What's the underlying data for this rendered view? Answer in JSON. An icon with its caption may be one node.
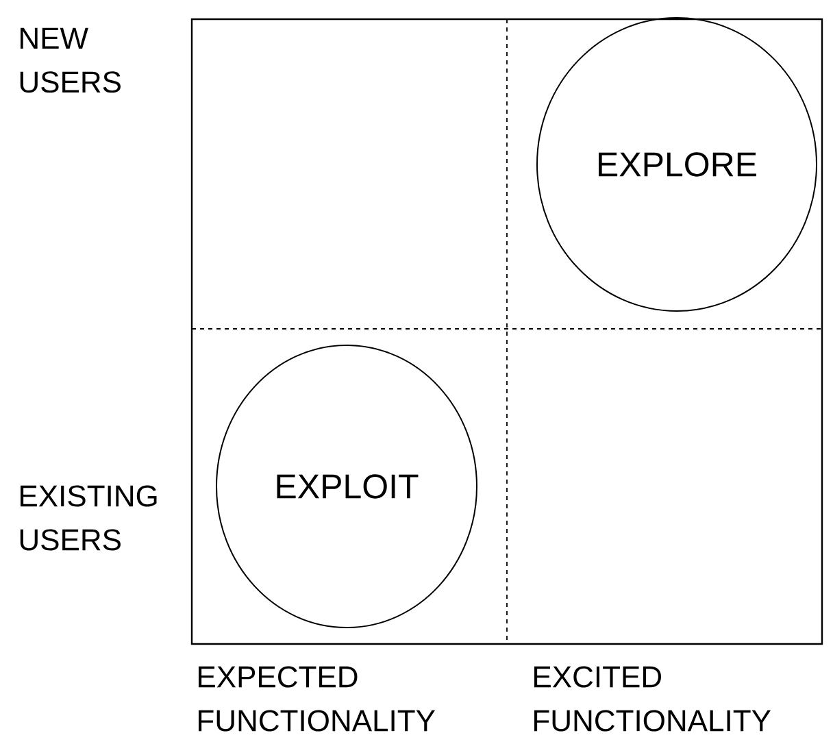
{
  "diagram": {
    "nodes": [
      {
        "text": [
          "EXPLORE"
        ]
      },
      {
        "text": [
          "EXPLOIT"
        ]
      }
    ],
    "edges": [],
    "labels": [
      "NEW USERS",
      "EXISTING USERS",
      "EXPECTED FUNCTIONALITY",
      "EXCITED FUNCTIONALITY"
    ]
  }
}
